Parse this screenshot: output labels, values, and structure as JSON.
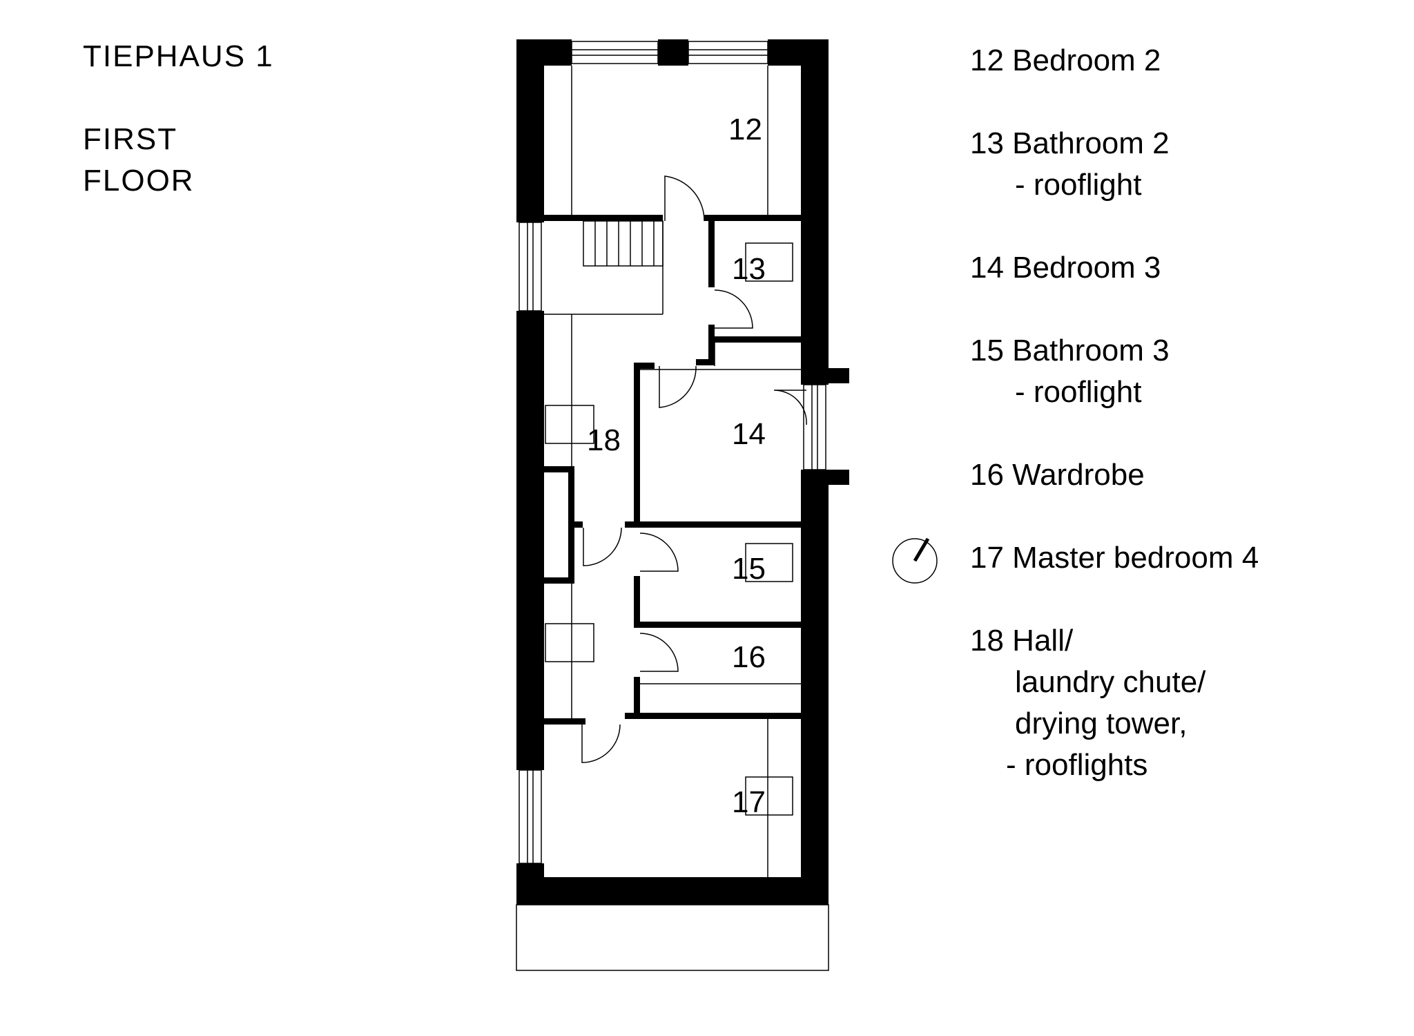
{
  "title": {
    "line1": "TIEPHAUS 1",
    "line2": "FIRST",
    "line3": "FLOOR"
  },
  "rooms": {
    "r12": "12",
    "r13": "13",
    "r14": "14",
    "r15": "15",
    "r16": "16",
    "r17": "17",
    "r18": "18"
  },
  "legend": {
    "e12": "12 Bedroom 2",
    "e13a": "13 Bathroom 2",
    "e13b": "- rooflight",
    "e14": "14 Bedroom 3",
    "e15a": "15 Bathroom 3",
    "e15b": "- rooflight",
    "e16": "16 Wardrobe",
    "e17": "17 Master bedroom 4",
    "e18a": "18 Hall/",
    "e18b": "laundry chute/",
    "e18c": "drying tower,",
    "e18d": "- rooflights"
  },
  "icons": {
    "north_arrow": "north-arrow-icon"
  }
}
